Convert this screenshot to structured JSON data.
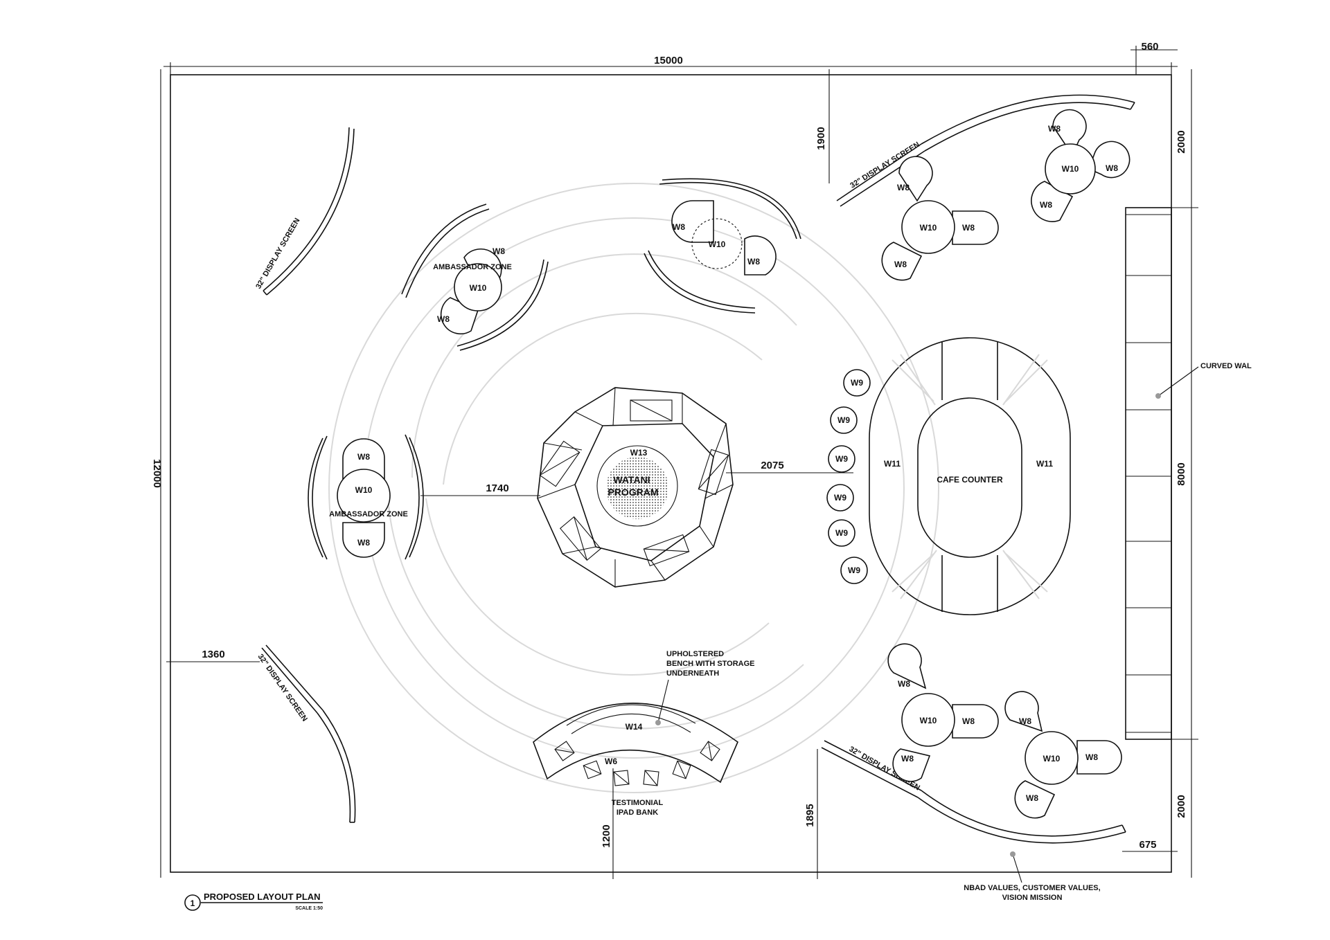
{
  "plan": {
    "dims": {
      "overall_width": "15000",
      "overall_height": "12000",
      "top_right_offset": "560",
      "right_top": "2000",
      "right_mid": "8000",
      "right_bottom": "2000",
      "top_screen_depth": "1900",
      "center_left_gap": "1740",
      "center_right_gap": "2075",
      "left_screen_offset": "1360",
      "bench_offset": "1200",
      "bottom_screen_depth": "1895",
      "bottom_right_offset": "675"
    },
    "labels": {
      "display_screen": "32\" DISPLAY SCREEN",
      "ambassador_zone": "AMBASSADOR ZONE",
      "w8": "W8",
      "w9": "W9",
      "w10": "W10",
      "w11": "W11",
      "w13": "W13",
      "w14": "W14",
      "w6": "W6",
      "watani_line1": "WATANI",
      "watani_line2": "PROGRAM",
      "cafe_counter": "CAFE COUNTER",
      "curved_wall": "CURVED WAL",
      "bench_line1": "UPHOLSTERED",
      "bench_line2": "BENCH WITH STORAGE",
      "bench_line3": "UNDERNEATH",
      "ipad_line1": "TESTIMONIAL",
      "ipad_line2": "IPAD BANK",
      "values_line1": "NBAD VALUES, CUSTOMER VALUES,",
      "values_line2": "VISION MISSION"
    },
    "title_block": {
      "number": "1",
      "title": "PROPOSED LAYOUT PLAN",
      "scale": "SCALE 1:50"
    }
  }
}
